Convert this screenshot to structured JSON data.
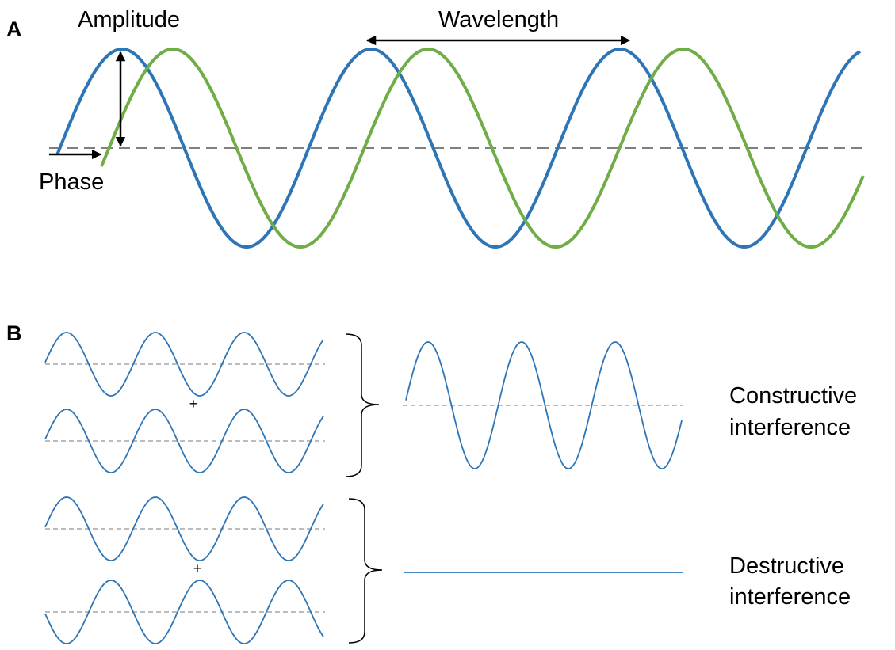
{
  "panel_a": {
    "letter": "A",
    "amplitude_label": "Amplitude",
    "wavelength_label": "Wavelength",
    "phase_label": "Phase"
  },
  "panel_b": {
    "letter": "B",
    "plus_symbol": "+",
    "constructive_line1": "Constructive",
    "constructive_line2": "interference",
    "destructive_line1": "Destructive",
    "destructive_line2": "interference"
  },
  "colors": {
    "wave_blue": "#2e75b6",
    "wave_green": "#70ad47",
    "baseline_gray": "#7f7f7f",
    "arrow_black": "#000000"
  }
}
